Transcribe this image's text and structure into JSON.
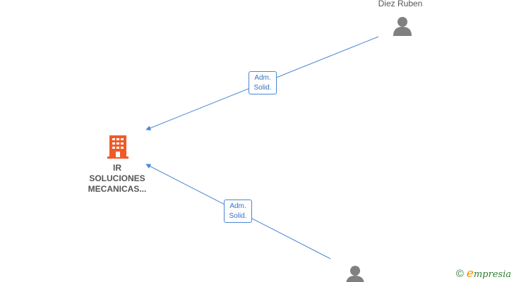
{
  "nodes": {
    "person_top": {
      "label": "Diez Ruben",
      "icon": "person-icon"
    },
    "company": {
      "line1": "IR",
      "line2": "SOLUCIONES",
      "line3": "MECANICAS...",
      "icon": "building-icon",
      "color": "#f05a28"
    },
    "person_bottom": {
      "label": "",
      "icon": "person-icon"
    }
  },
  "edges": [
    {
      "line1": "Adm.",
      "line2": "Solid."
    },
    {
      "line1": "Adm.",
      "line2": "Solid."
    }
  ],
  "colors": {
    "edge": "#4a86d4",
    "person": "#808080",
    "company": "#f05a28"
  },
  "brand": {
    "copyright": "©",
    "initial": "e",
    "name": "mpresia"
  }
}
